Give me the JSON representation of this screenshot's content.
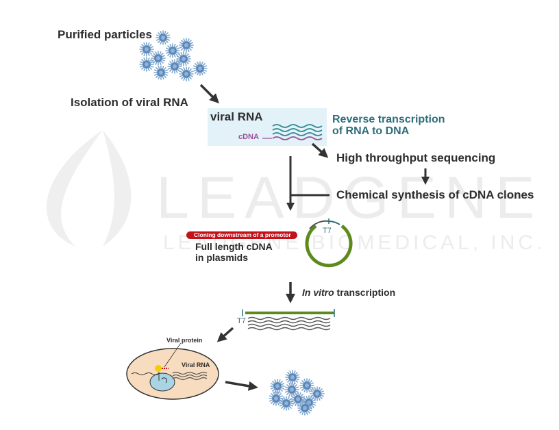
{
  "watermark": {
    "brand": "LEADGENE",
    "company": "LEADGENE BIOMEDICAL, INC."
  },
  "steps": {
    "purified_particles": "Purified particles",
    "isolation": "Isolation of viral RNA",
    "viral_rna": "viral RNA",
    "cdna": "cDNA",
    "reverse_transcription": [
      "Reverse transcription",
      "of RNA to DNA"
    ],
    "sequencing": "High throughput sequencing",
    "chemical_synthesis": "Chemical synthesis of cDNA clones",
    "cloning_tag": "Cloning downstream of a promotor",
    "full_length": [
      "Full length cDNA",
      "in plasmids"
    ],
    "t7_plasmid": "T7",
    "in_vitro_italic": "In vitro",
    "in_vitro_rest": " transcription",
    "t7_strand": "T7",
    "viral_protein": "Viral protein",
    "cell_viral_rna": "Viral RNA"
  },
  "colors": {
    "virus": "#5b86b5",
    "spike": "#7fa6cf",
    "teal_text": "#2e6d7a",
    "cdna": "#9b4f96",
    "plasmid": "#5d8a1c",
    "tag": "#c4121b",
    "cell": "#f7dcbf",
    "nucleus": "#a9d4e4",
    "highlight": "#e3f1f8"
  }
}
